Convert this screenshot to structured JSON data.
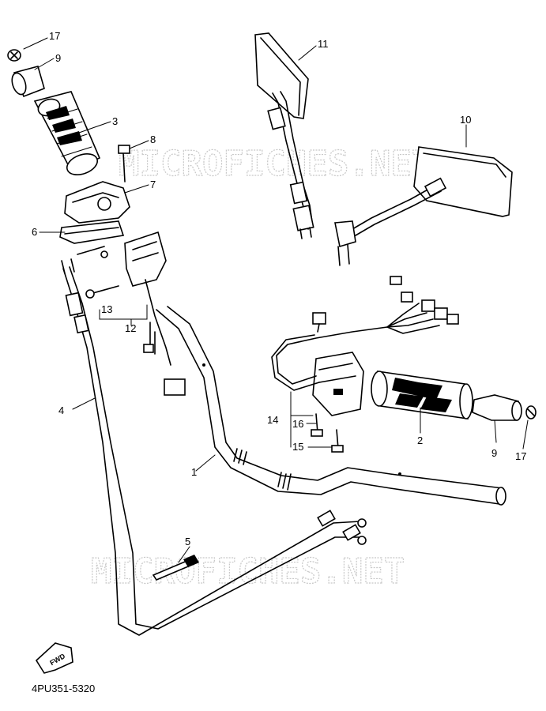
{
  "diagram": {
    "part_code": "4PU351-5320",
    "watermark": "MICROFICHES.NET",
    "fwd_label": "FWD",
    "callouts": {
      "c1": "1",
      "c2": "2",
      "c3": "3",
      "c4": "4",
      "c5": "5",
      "c6": "6",
      "c7": "7",
      "c8": "8",
      "c9a": "9",
      "c9b": "9",
      "c10": "10",
      "c11": "11",
      "c12": "12",
      "c13": "13",
      "c14": "14",
      "c15": "15",
      "c16": "16",
      "c17a": "17",
      "c17b": "17"
    }
  }
}
